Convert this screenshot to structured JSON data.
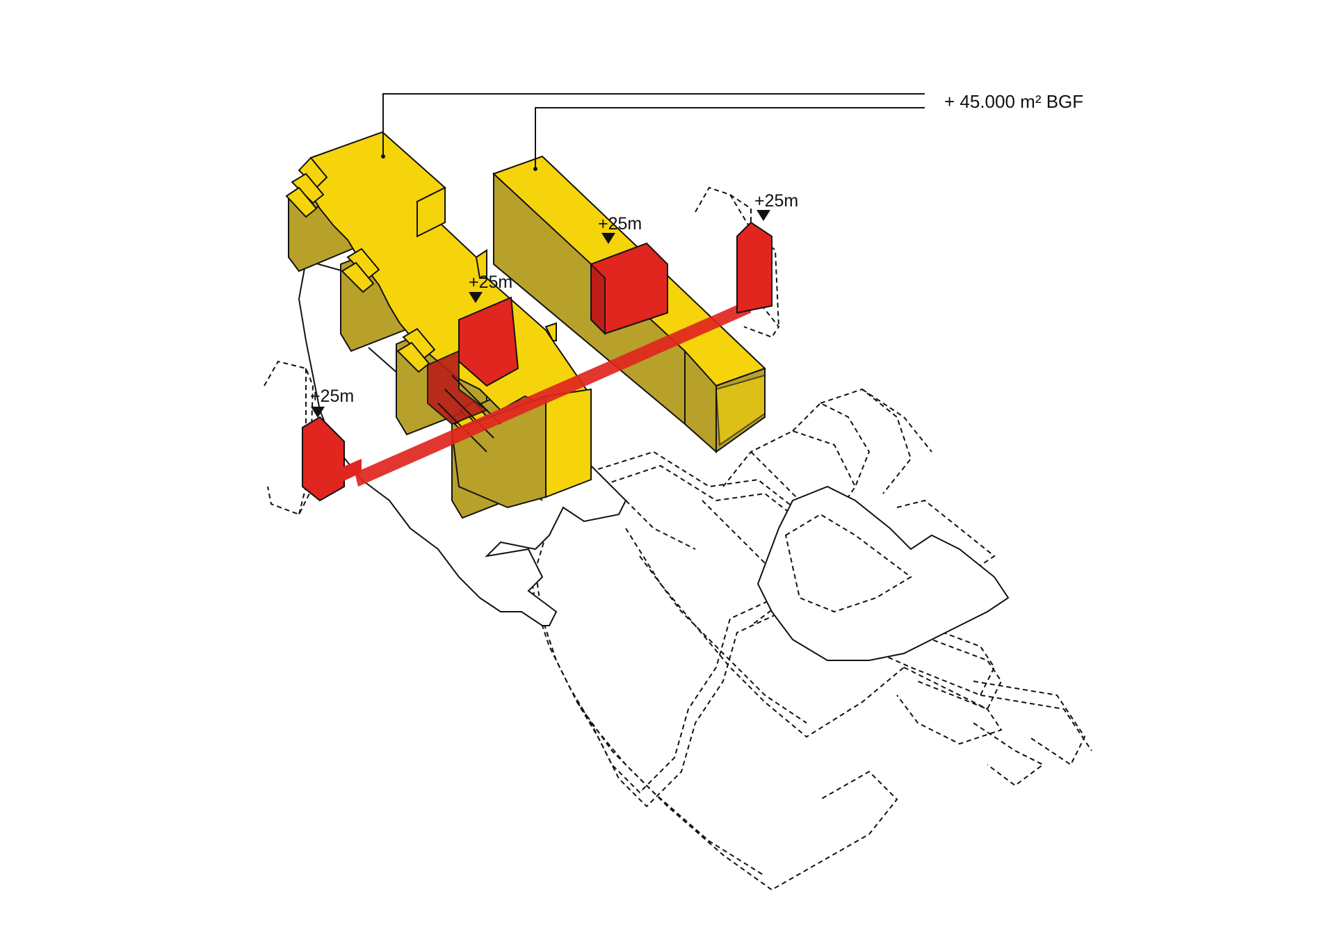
{
  "labels": {
    "area_note": "+ 45.000 m² BGF",
    "height_1": "+25m",
    "height_2": "+25m",
    "height_3": "+25m",
    "height_4": "+25m"
  },
  "colors": {
    "yellow_top": "#f5d40c",
    "yellow_side": "#b8a12a",
    "red": "#e0261e",
    "red_dark": "#b81e18",
    "line": "#111111"
  }
}
